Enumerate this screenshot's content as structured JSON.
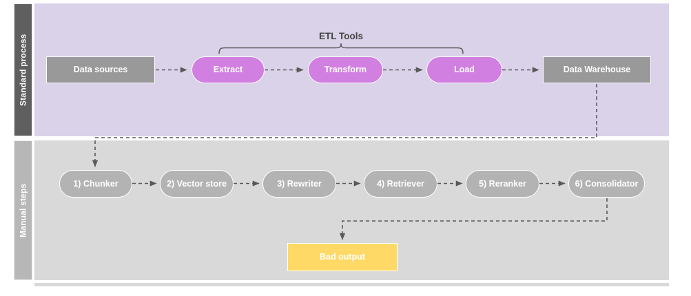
{
  "diagram": {
    "type": "swimlane-flowchart",
    "lanes": [
      {
        "id": "standard-process",
        "label": "Standard process",
        "band_color": "#5f5f5f",
        "body_color": "#d9d2e9"
      },
      {
        "id": "manual-steps",
        "label": "Manual steps",
        "band_color": "#b7b7b7",
        "body_color": "#d9d9d9"
      }
    ],
    "annotations": [
      {
        "id": "etl-tools-brace",
        "label": "ETL Tools",
        "spans": [
          "extract",
          "transform",
          "load"
        ]
      }
    ],
    "nodes": [
      {
        "id": "data-sources",
        "label": "Data sources",
        "shape": "rect",
        "color": "#999999",
        "lane": "standard-process"
      },
      {
        "id": "extract",
        "label": "Extract",
        "shape": "pill",
        "color": "#d17fe0",
        "lane": "standard-process"
      },
      {
        "id": "transform",
        "label": "Transform",
        "shape": "pill",
        "color": "#d17fe0",
        "lane": "standard-process"
      },
      {
        "id": "load",
        "label": "Load",
        "shape": "pill",
        "color": "#d17fe0",
        "lane": "standard-process"
      },
      {
        "id": "data-warehouse",
        "label": "Data Warehouse",
        "shape": "rect",
        "color": "#999999",
        "lane": "standard-process"
      },
      {
        "id": "chunker",
        "label": "1) Chunker",
        "shape": "pill",
        "color": "#b3b3b3",
        "lane": "manual-steps"
      },
      {
        "id": "vector-store",
        "label": "2) Vector store",
        "shape": "pill",
        "color": "#b3b3b3",
        "lane": "manual-steps"
      },
      {
        "id": "rewriter",
        "label": "3) Rewriter",
        "shape": "pill",
        "color": "#b3b3b3",
        "lane": "manual-steps"
      },
      {
        "id": "retriever",
        "label": "4) Retriever",
        "shape": "pill",
        "color": "#b3b3b3",
        "lane": "manual-steps"
      },
      {
        "id": "reranker",
        "label": "5) Reranker",
        "shape": "pill",
        "color": "#b3b3b3",
        "lane": "manual-steps"
      },
      {
        "id": "consolidator",
        "label": "6) Consolidator",
        "shape": "pill",
        "color": "#b3b3b3",
        "lane": "manual-steps"
      },
      {
        "id": "bad-output",
        "label": "Bad output",
        "shape": "rect",
        "color": "#ffd966",
        "lane": "manual-steps"
      }
    ],
    "edges": [
      {
        "from": "data-sources",
        "to": "extract",
        "style": "dashed"
      },
      {
        "from": "extract",
        "to": "transform",
        "style": "dashed"
      },
      {
        "from": "transform",
        "to": "load",
        "style": "dashed"
      },
      {
        "from": "load",
        "to": "data-warehouse",
        "style": "dashed"
      },
      {
        "from": "data-warehouse",
        "to": "chunker",
        "style": "dashed"
      },
      {
        "from": "chunker",
        "to": "vector-store",
        "style": "dashed"
      },
      {
        "from": "vector-store",
        "to": "rewriter",
        "style": "dashed"
      },
      {
        "from": "rewriter",
        "to": "retriever",
        "style": "dashed"
      },
      {
        "from": "retriever",
        "to": "reranker",
        "style": "dashed"
      },
      {
        "from": "reranker",
        "to": "consolidator",
        "style": "dashed"
      },
      {
        "from": "consolidator",
        "to": "bad-output",
        "style": "dashed"
      }
    ]
  }
}
